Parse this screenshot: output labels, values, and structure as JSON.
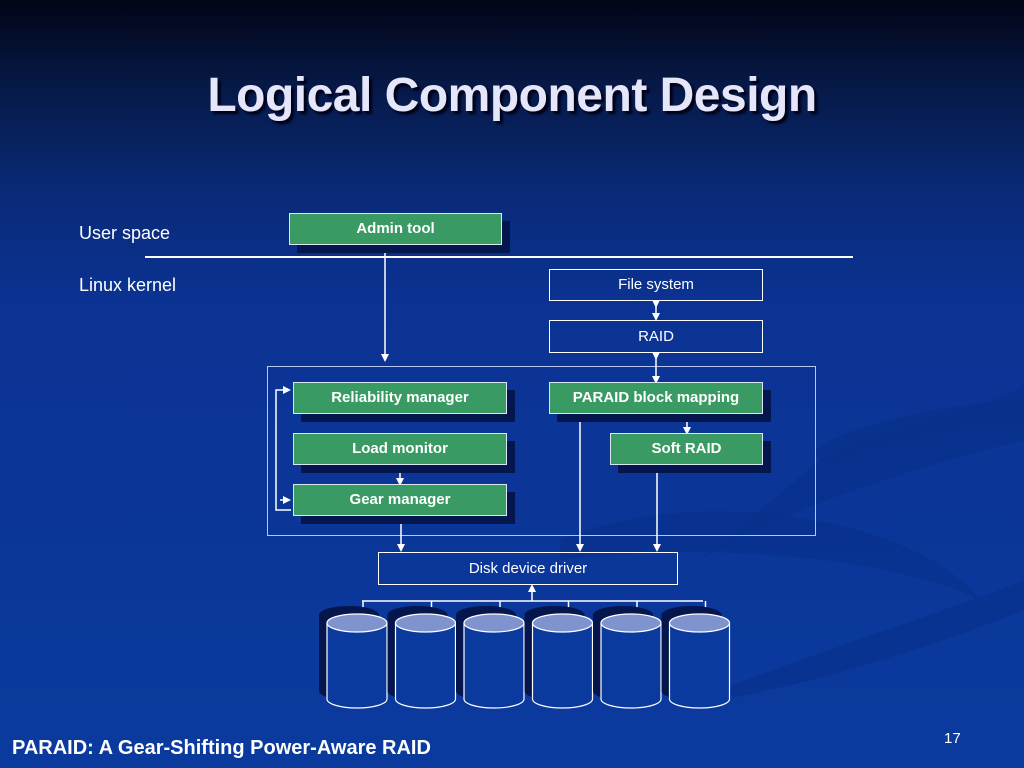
{
  "slide": {
    "title": "Logical Component Design",
    "footer": "PARAID: A Gear-Shifting Power-Aware RAID",
    "page_number": "17"
  },
  "layers": {
    "user_space": "User space",
    "linux_kernel": "Linux kernel"
  },
  "components": {
    "admin_tool": "Admin tool",
    "file_system": "File system",
    "raid": "RAID",
    "reliability_manager": "Reliability manager",
    "load_monitor": "Load monitor",
    "gear_manager": "Gear manager",
    "paraid_block_mapping": "PARAID block mapping",
    "soft_raid": "Soft RAID",
    "disk_device_driver": "Disk device driver"
  },
  "disks": {
    "count": 6
  },
  "colors": {
    "component_green": "#3a9a64",
    "background_blue": "#0b3a9e",
    "disk_top": "#7f93cf"
  }
}
